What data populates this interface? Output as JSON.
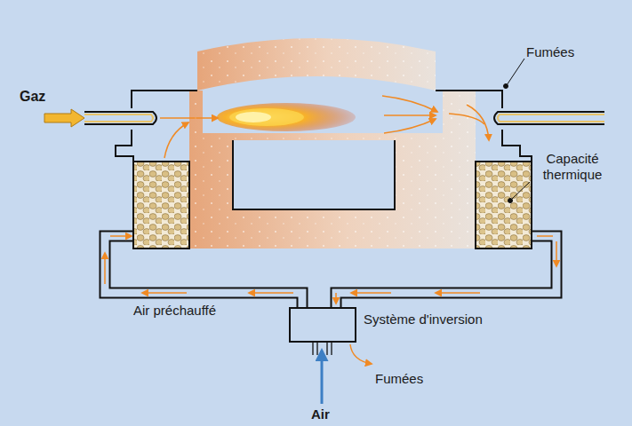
{
  "diagram": {
    "nodes": [
      {
        "text": [
          "Système d'inversion"
        ]
      }
    ],
    "labels": [
      "Gaz",
      "Fumées",
      "Capacité thermique",
      "Air préchauffé",
      "Fumées",
      "Air"
    ]
  }
}
